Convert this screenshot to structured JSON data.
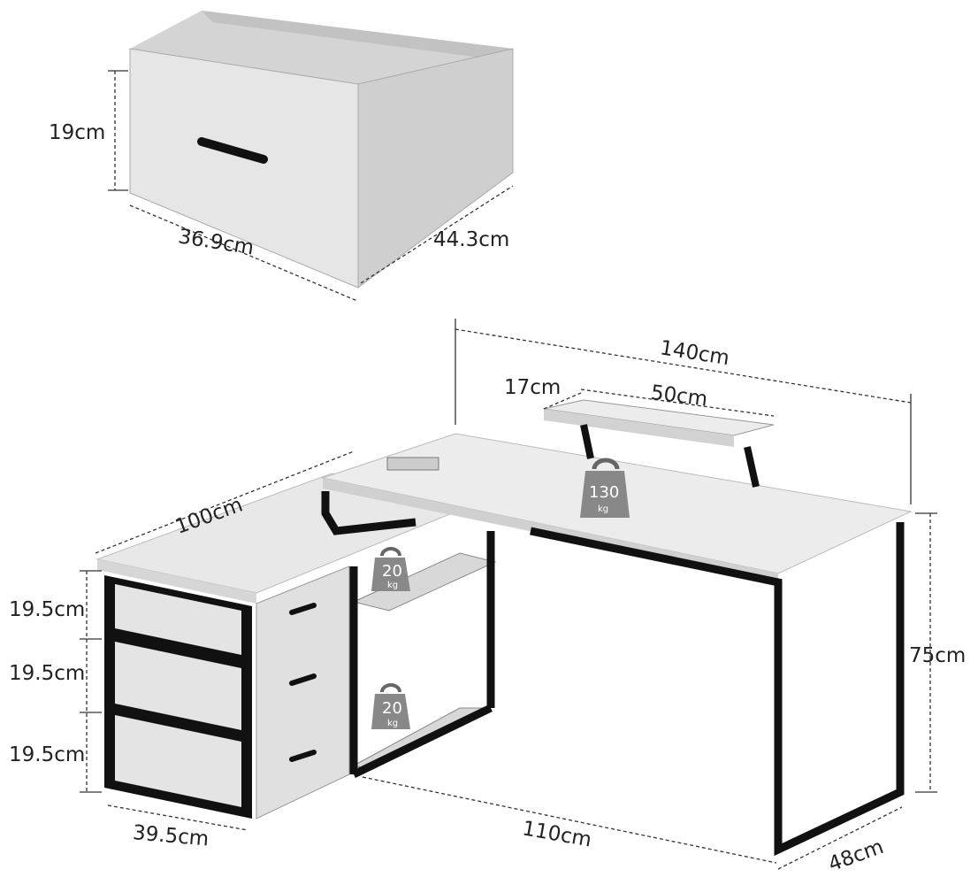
{
  "drawer": {
    "height": "19cm",
    "width": "36.9cm",
    "depth": "44.3cm"
  },
  "desk": {
    "total_length": "140cm",
    "monitor_stand_depth": "17cm",
    "monitor_stand_width": "50cm",
    "side_length": "100cm",
    "drawer_heights": [
      "19.5cm",
      "19.5cm",
      "19.5cm"
    ],
    "height": "75cm",
    "cabinet_depth": "39.5cm",
    "main_length": "110cm",
    "main_depth": "48cm"
  },
  "weights": {
    "monitor_stand": {
      "value": "130",
      "unit": "kg"
    },
    "upper_shelf": {
      "value": "20",
      "unit": "kg"
    },
    "lower_shelf": {
      "value": "20",
      "unit": "kg"
    }
  },
  "colors": {
    "frame": "#111111",
    "panel": "#ebebeb",
    "drawer": "#e2e2e2"
  }
}
